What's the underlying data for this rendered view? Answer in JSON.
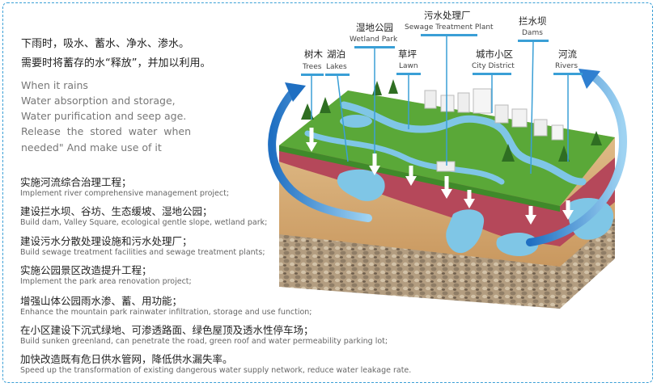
{
  "intro": {
    "cn_line1": "下雨时，吸水、蓄水、净水、渗水。",
    "cn_line2": "需要时将蓄存的水“释放”，并加以利用。",
    "en_line1": "When it rains",
    "en_line2": "Water absorption and storage,",
    "en_line3": "Water purification and seep age.",
    "en_line4": "Release the stored water when needed\" And make use of it"
  },
  "measures": [
    {
      "cn": "实施河流综合治理工程；",
      "en": "Implement river comprehensive management project;"
    },
    {
      "cn": "建设拦水坝、谷坊、生态缓坡、湿地公园；",
      "en": "Build dam, Valley Square, ecological gentle slope, wetland park;"
    },
    {
      "cn": "建设污水分散处理设施和污水处理厂；",
      "en": "Build sewage treatment facilities and sewage treatment plants;"
    },
    {
      "cn": "实施公园景区改造提升工程；",
      "en": "Implement the park area renovation project;"
    },
    {
      "cn": "增强山体公园雨水渗、蓄、用功能；",
      "en": "Enhance the mountain park rainwater infiltration, storage and use function;"
    },
    {
      "cn": "在小区建设下沉式绿地、可渗透路面、绿色屋顶及透水性停车场；",
      "en": "Build sunken greenland, can penetrate the road, green roof and water permeability parking lot;"
    },
    {
      "cn": "加快改造既有危日供水管网，降低供水漏失率。",
      "en": "Speed up the transformation of existing dangerous water supply network, reduce water leakage rate."
    }
  ],
  "diagram_labels": {
    "trees": {
      "cn": "树木",
      "en": "Trees"
    },
    "lakes": {
      "cn": "湖泊",
      "en": "Lakes"
    },
    "wetland": {
      "cn": "湿地公园",
      "en": "Wetland Park"
    },
    "sewage": {
      "cn": "污水处理厂",
      "en": "Sewage Treatment Plant"
    },
    "lawn": {
      "cn": "草坪",
      "en": "Lawn"
    },
    "city": {
      "cn": "城市小区",
      "en": "City District"
    },
    "dams": {
      "cn": "拦水坝",
      "en": "Dams"
    },
    "rivers": {
      "cn": "河流",
      "en": "Rivers"
    }
  },
  "colors": {
    "frame": "#3a9fd6",
    "label_bar": "#3a9fd6",
    "grass": "#5aa838",
    "water": "#7fc6e6",
    "soil_red": "#b5485a",
    "soil_tan": "#d8b07a",
    "gravel": "#b9a58a",
    "arrow_blue": "#2f7fd0"
  }
}
